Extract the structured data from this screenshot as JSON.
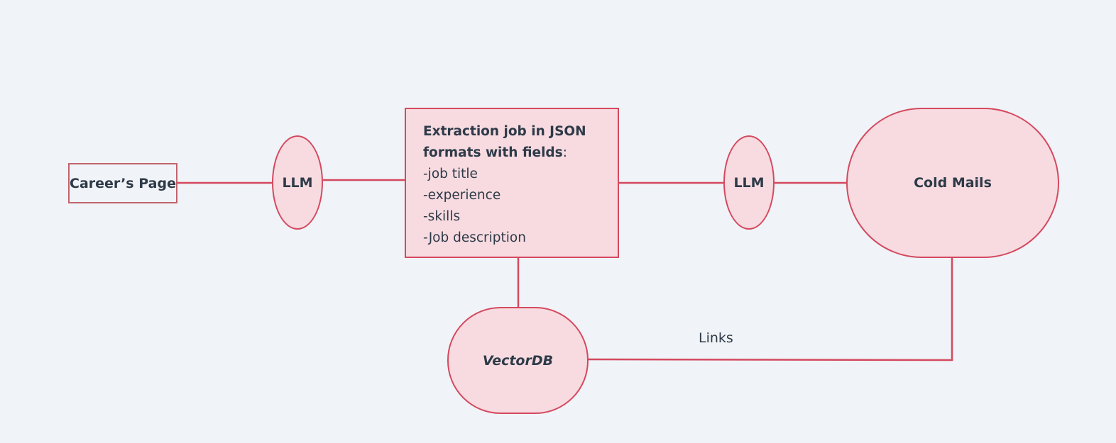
{
  "nodes": {
    "careers_page": "Career’s Page",
    "llm_first": "LLM",
    "extraction": {
      "heading_line1": "Extraction job in JSON",
      "heading_line2": "formats with fields",
      "heading_colon": ":",
      "fields": [
        "-job title",
        "-experience",
        "-skills",
        "-Job description"
      ]
    },
    "llm_second": "LLM",
    "cold_mails": "Cold Mails",
    "vector_db": "VectorDB"
  },
  "edges": {
    "vectordb_to_coldmails_label": "Links"
  },
  "colors": {
    "background": "#f0f3f7",
    "stroke": "#d4495f",
    "fill": "#f7dbe0",
    "text": "#2e3a48",
    "careers_border": "#c0656b"
  }
}
